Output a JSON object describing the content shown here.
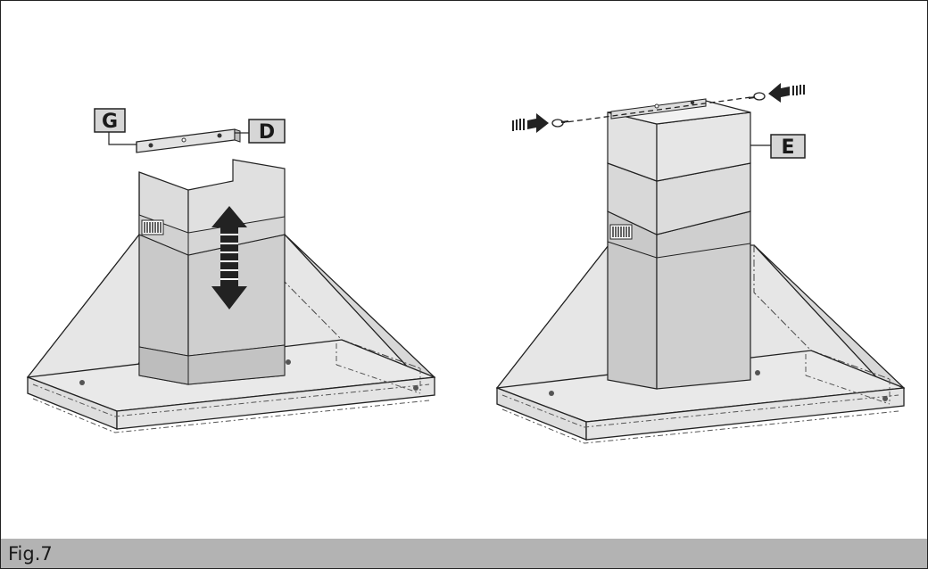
{
  "figure": {
    "caption": "Fig.7",
    "labels": {
      "g": "G",
      "d": "D",
      "e": "E"
    }
  },
  "colors": {
    "metal": "#d4d4d4",
    "metal_dark": "#bcbcbc",
    "metal_light": "#e3e3e3",
    "caption_bar": "#b3b3b3",
    "line": "#222222"
  }
}
